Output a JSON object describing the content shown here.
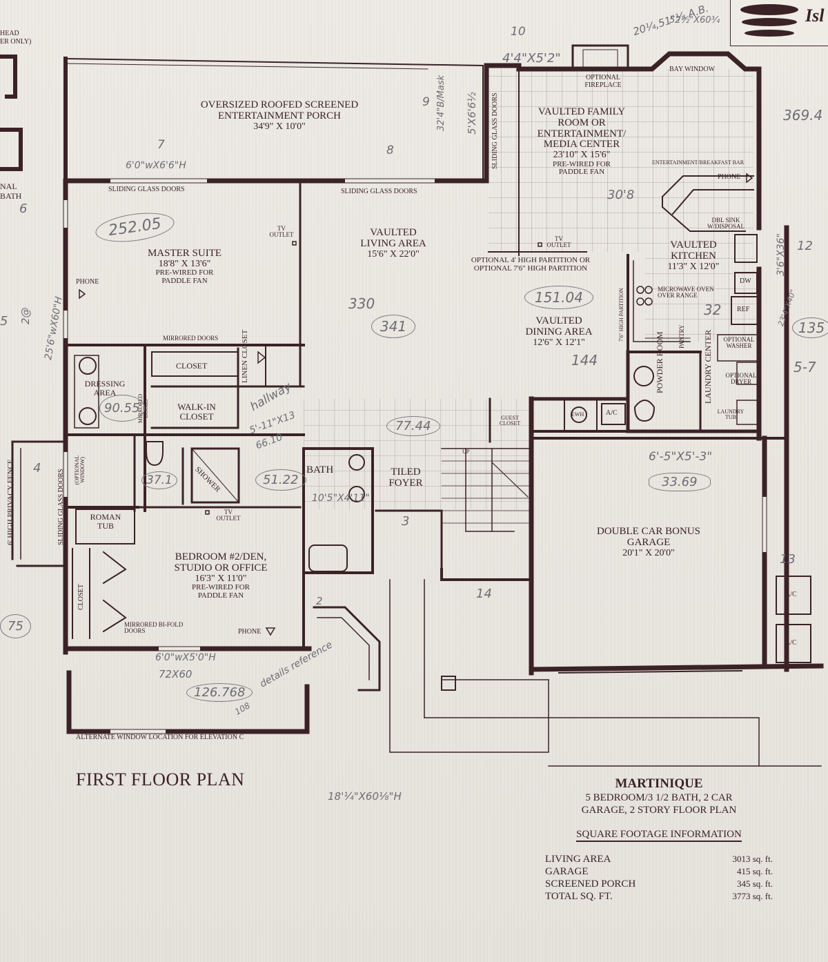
{
  "plan_title": "FIRST FLOOR PLAN",
  "brand_fragment": "Isl",
  "edge_fragments": {
    "top_left_1": "HEAD",
    "top_left_2": "ER ONLY)",
    "left_nal": "NAL",
    "left_bath": "BATH"
  },
  "rooms": {
    "porch": {
      "name": "OVERSIZED ROOFED SCREENED ENTERTAINMENT PORCH",
      "dim": "34'9\" X 10'0\""
    },
    "family": {
      "name": "VAULTED FAMILY ROOM OR ENTERTAINMENT/ MEDIA CENTER",
      "dim": "23'10\" X 15'6\"",
      "note": "PRE-WIRED FOR PADDLE FAN"
    },
    "master": {
      "name": "MASTER SUITE",
      "dim": "18'8\" X 13'6\"",
      "note": "PRE-WIRED FOR PADDLE FAN"
    },
    "living": {
      "name": "VAULTED LIVING AREA",
      "dim": "15'6\" X 22'0\""
    },
    "kitchen": {
      "name": "VAULTED KITCHEN",
      "dim": "11'3\" X 12'0\""
    },
    "dining": {
      "name": "VAULTED DINING AREA",
      "dim": "12'6\" X 12'1\""
    },
    "bedroom2": {
      "name": "BEDROOM #2/DEN, STUDIO OR OFFICE",
      "dim": "16'3\" X 11'0\"",
      "note": "PRE-WIRED FOR PADDLE FAN"
    },
    "garage": {
      "name": "DOUBLE CAR BONUS GARAGE",
      "dim": "20'1\" X 20'0\""
    },
    "foyer": "TILED FOYER",
    "bath": "BATH",
    "powder": "POWDER ROOM",
    "laundry": "LAUNDRY CENTER",
    "dressing": "DRESSING AREA",
    "walkin": "WALK-IN CLOSET",
    "closet": "CLOSET",
    "linen": "LINEN CLOSET",
    "guest_closet": "GUEST CLOSET",
    "roman_tub": "ROMAN TUB",
    "shower": "SHOWER",
    "pantry": "PANTRY"
  },
  "labels": {
    "sliding_doors": "SLIDING GLASS DOORS",
    "optional_fireplace": "OPTIONAL FIREPLACE",
    "bay_window": "BAY WINDOW",
    "bar": "ENTERTAINMENT/BREAKFAST BAR",
    "phone": "PHONE",
    "dbl_sink": "DBL SINK W/DISPOSAL",
    "tv_outlet": "TV OUTLET",
    "partition": "OPTIONAL 4' HIGH PARTITION OR OPTIONAL 7'6\" HIGH PARTITION",
    "high_partition": "7'6\" HIGH PARTITION",
    "microwave": "MICROWAVE OVEN OVER RANGE",
    "dw": "DW",
    "ref": "REF",
    "washer": "OPTIONAL WASHER",
    "dryer": "OPTIONAL DRYER",
    "laundry_tub": "LAUNDRY TUB",
    "mirrored_doors": "MIRRORED DOORS",
    "mirrored_doors_v": "MIRRORED DOORS",
    "optional_window": "(OPTIONAL WINDOW)",
    "privacy_fence": "6' HIGH PRIVACY FENCE",
    "ewh": "EWH",
    "ac": "A/C",
    "up": "UP",
    "mirrored_bifold": "MIRRORED BI-FOLD DOORS",
    "alt_window": "ALTERNATE WINDOW LOCATION FOR ELEVATION C"
  },
  "info": {
    "model": "MARTINIQUE",
    "desc_1": "5 BEDROOM/3 1/2 BATH, 2 CAR",
    "desc_2": "GARAGE, 2 STORY FLOOR PLAN",
    "sq_header": "SQUARE FOOTAGE INFORMATION",
    "rows": [
      {
        "label": "LIVING AREA",
        "value": "3013 sq. ft."
      },
      {
        "label": "GARAGE",
        "value": "415 sq. ft."
      },
      {
        "label": "SCREENED PORCH",
        "value": "345 sq. ft."
      },
      {
        "label": "TOTAL SQ. FT.",
        "value": "3773 sq. ft."
      }
    ]
  },
  "handwriting": {
    "family_top": "4'4\"X5'2\"",
    "family_top_num": "10",
    "top_right_1": "20¼,51\"¼ A.B.",
    "top_right_2": "52½\"X60¾",
    "porch_v": "32'4\"B/Mask",
    "porch_v2": "5'X6'6½",
    "n9": "9",
    "master_door": "6'0\"wX6'6\"H",
    "n7": "7",
    "n8": "8",
    "master_area": "252.05",
    "family_right": "369.4",
    "family_n": "30'8",
    "living_n1": "330",
    "living_n2": "341",
    "dining_area": "151.04",
    "dining_n": "144",
    "kitchen_n": "32",
    "kitchen_v": "3'6\"X36\"",
    "kitchen_12": "12",
    "right_135": "135",
    "right_57": "5-7",
    "right_frac": "23'4\"X40\"",
    "left_dim": "25'6\"wX60\"H",
    "left_2": "2@",
    "left_5": "5",
    "n6": "6",
    "dressing_area": "90.55",
    "hallway": "hallway",
    "hallway_dim": "5'-11\"X13",
    "hallway_n": "66.10",
    "foyer_n": "77.44",
    "bath_n": "51.22",
    "bath_dim": "10'5\"X4'11\"",
    "wc_n": "37.1",
    "n4": "4",
    "garage_dim": "6'-5\"X5'-3\"",
    "garage_area": "33.69",
    "n13": "13",
    "n14": "14",
    "n3": "3",
    "bed_dim": "6'0\"wX5'0\"H",
    "bed_dim2": "72X60",
    "bed_n": "126.768",
    "bed_note": "details reference",
    "bed_n2": "108",
    "left_75": "75",
    "bottom_dim": "18'¼\"X60⅛\"H",
    "n2": "2"
  }
}
